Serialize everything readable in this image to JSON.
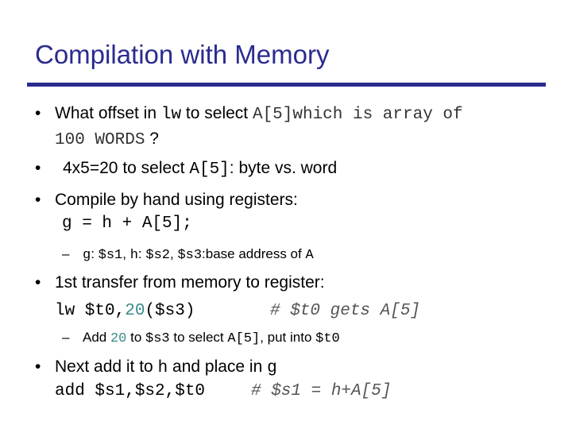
{
  "slide": {
    "title": "Compilation with Memory",
    "bullet_char": "•",
    "dash_char": "–"
  },
  "b1": {
    "t1": "What offset in ",
    "c1": "lw",
    "t2": " to select ",
    "c2": "A[5]which is array of",
    "c3": "100 WORDS",
    "t3": "?"
  },
  "b2": {
    "t1": "4x5=20 to select ",
    "c1": "A[5]",
    "t2": ": byte vs. word"
  },
  "b3": {
    "t1": "Compile by hand using registers:",
    "code": "g = h + A[5];",
    "sub": {
      "c1": "g",
      "t1": ": ",
      "c2": "$s1",
      "t2": ", ",
      "c3": "h",
      "t3": ": ",
      "c4": "$s2",
      "t4": ", ",
      "c5": "$s3",
      "t5": ":base address of ",
      "c6": "A"
    }
  },
  "b4": {
    "t1": "1st transfer from memory to register:",
    "code_pre": "lw $t0,",
    "code_num": "20",
    "code_post": "($s3)",
    "comment": "# $t0 gets A[5]",
    "sub": {
      "t1": "Add ",
      "c1": "20",
      "t2": " to ",
      "c2": "$s3",
      "t3": " to select ",
      "c3": "A[5]",
      "t4": ", put into ",
      "c4": "$t0"
    }
  },
  "b5": {
    "t1": "Next add it to ",
    "c1": "h",
    "t2": " and place in ",
    "c2": "g",
    "code": "add $s1,$s2,$t0",
    "comment": "# $s1 = h+A[5]"
  },
  "colors": {
    "title": "#2b2b8f",
    "rule": "#2b2b8f",
    "highlight_number": "#3a8a8a",
    "code_gray": "#555555"
  }
}
